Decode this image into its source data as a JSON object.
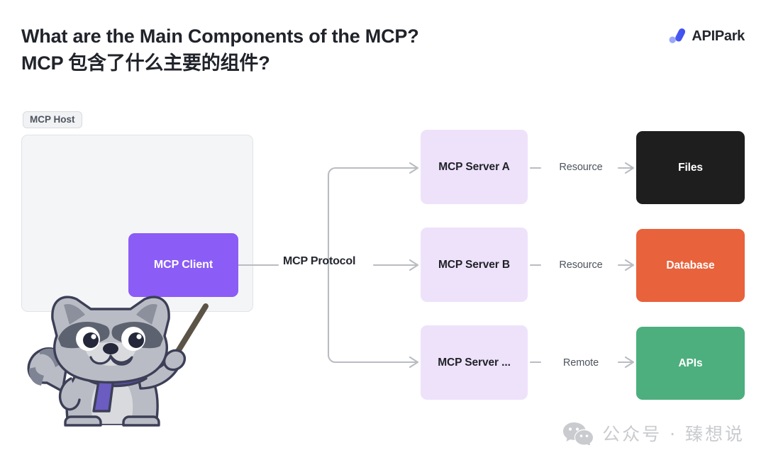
{
  "header": {
    "title_line1": "What are the Main Components of the MCP?",
    "title_line2": "MCP 包含了什么主要的组件?",
    "logo_text": "APIPark",
    "logo_icon": "apipark-logo-icon"
  },
  "diagram": {
    "host_badge": "MCP Host",
    "client_label": "MCP Client",
    "protocol_label": "MCP Protocol",
    "servers": [
      {
        "label": "MCP Server A"
      },
      {
        "label": "MCP Server B"
      },
      {
        "label": "MCP Server ..."
      }
    ],
    "edges": [
      {
        "label": "Resource"
      },
      {
        "label": "Resource"
      },
      {
        "label": "Remote"
      }
    ],
    "resources": [
      {
        "label": "Files",
        "color": "#1e1e1e"
      },
      {
        "label": "Database",
        "color": "#e8623c"
      },
      {
        "label": "APIs",
        "color": "#4caf7d"
      }
    ],
    "mascot": "raccoon-pointer-mascot"
  },
  "watermark": {
    "icon": "wechat-icon",
    "text": "公众号 · 臻想说"
  },
  "colors": {
    "client_purple": "#8b5cf6",
    "server_lavender": "#eee2fb",
    "host_gray": "#f4f5f7",
    "wire_gray": "#b9bcc2",
    "files_black": "#1e1e1e",
    "database_orange": "#e8623c",
    "apis_green": "#4caf7d"
  }
}
